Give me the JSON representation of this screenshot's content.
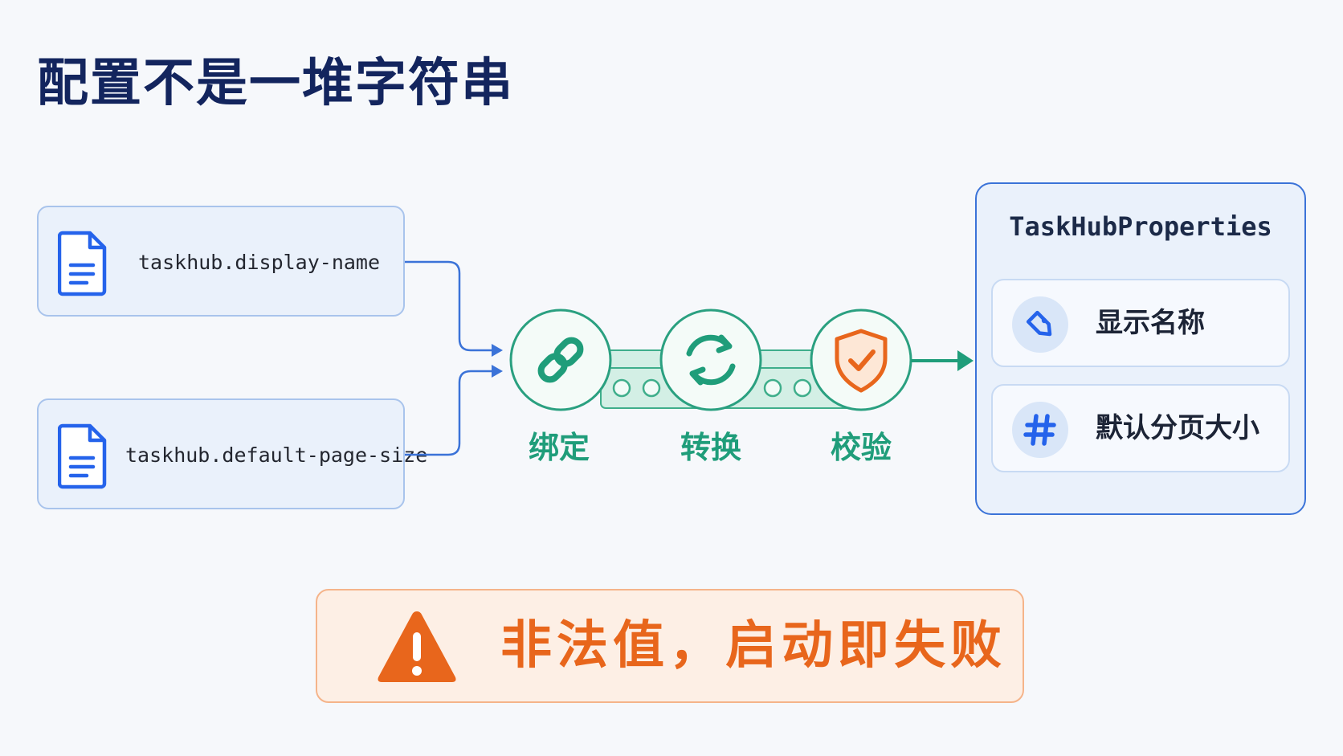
{
  "title": "配置不是一堆字符串",
  "sources": [
    {
      "key": "taskhub.display-name",
      "icon": "document-icon"
    },
    {
      "key": "taskhub.default-page-size",
      "icon": "document-icon"
    }
  ],
  "pipeline": {
    "stages": [
      {
        "label": "绑定",
        "icon": "link-icon"
      },
      {
        "label": "转换",
        "icon": "refresh-icon"
      },
      {
        "label": "校验",
        "icon": "shield-check-icon"
      }
    ],
    "colors": {
      "primary": "#1f9d7a",
      "accent": "#e8661c",
      "arrow": "#3b73d8"
    }
  },
  "target": {
    "title": "TaskHubProperties",
    "fields": [
      {
        "label": "显示名称",
        "icon": "tag-icon"
      },
      {
        "label": "默认分页大小",
        "icon": "hash-icon"
      }
    ]
  },
  "warning": {
    "text": "非法值，启动即失败",
    "icon": "warning-triangle-icon",
    "color": "#e8661c"
  }
}
